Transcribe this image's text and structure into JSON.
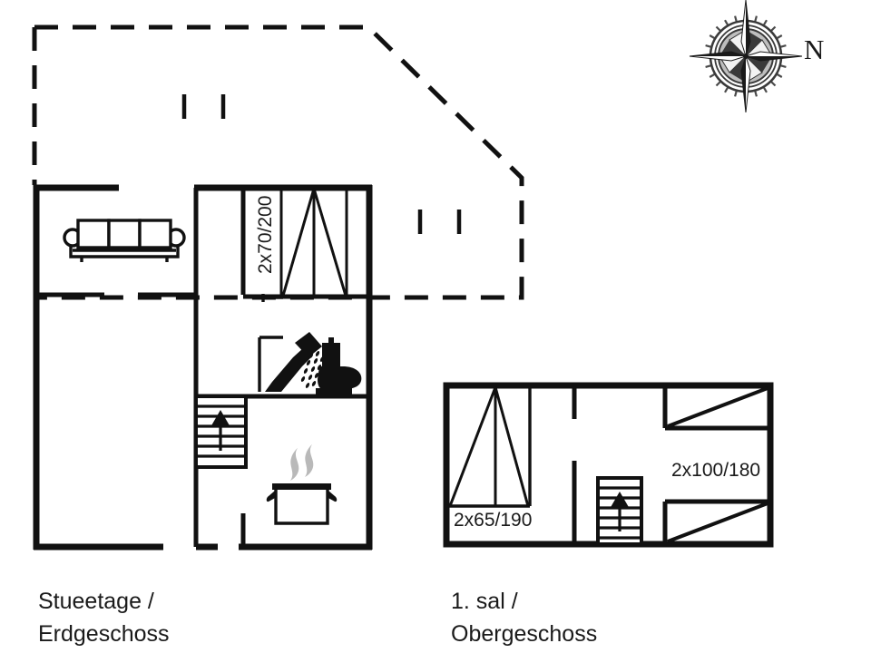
{
  "page": {
    "title": "Floor plan - Stueetage / Erdgeschoss and 1. sal / Obergeschoss",
    "background_color": "#ffffff",
    "line_color": "#111111",
    "steam_color": "#b9b9b9"
  },
  "compass": {
    "label": "N",
    "icon": "compass-rose-icon"
  },
  "ground_floor": {
    "caption_line1": "Stueetage /",
    "caption_line2": "Erdgeschoss",
    "dimensions": {
      "terrace_door": "2x70/200"
    },
    "furniture": [
      {
        "name": "sofa",
        "icon": "sofa-icon"
      },
      {
        "name": "shower",
        "icon": "shower-icon"
      },
      {
        "name": "toilet",
        "icon": "toilet-icon"
      },
      {
        "name": "cooking-pot",
        "icon": "cooking-pot-icon"
      },
      {
        "name": "staircase-up",
        "icon": "stairs-up-icon"
      }
    ]
  },
  "upper_floor": {
    "caption_line1": "1. sal /",
    "caption_line2": "Obergeschoss",
    "dimensions": {
      "gable_window": "2x65/190",
      "dormer_windows": "2x100/180"
    },
    "furniture": [
      {
        "name": "staircase-up",
        "icon": "stairs-up-icon"
      }
    ]
  }
}
